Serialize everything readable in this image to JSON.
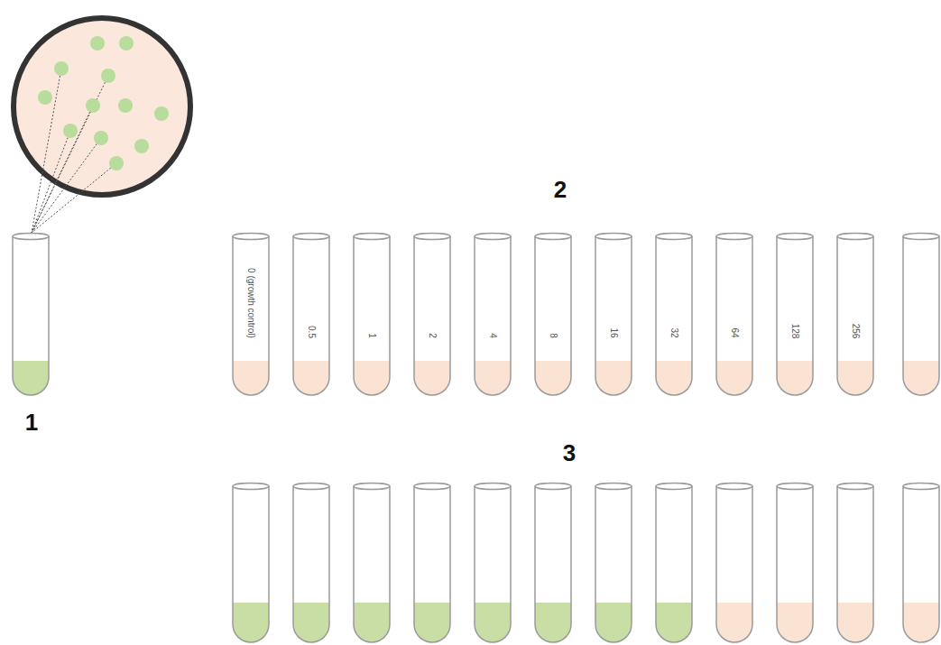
{
  "diagram": {
    "nodes": [
      {
        "text": [
          "0 (growth control)"
        ]
      },
      {
        "text": [
          "0.5"
        ]
      },
      {
        "text": [
          "1"
        ]
      },
      {
        "text": [
          "2"
        ]
      },
      {
        "text": [
          "4"
        ]
      },
      {
        "text": [
          "8"
        ]
      },
      {
        "text": [
          "16"
        ]
      },
      {
        "text": [
          "32"
        ]
      },
      {
        "text": [
          "64"
        ]
      },
      {
        "text": [
          "128"
        ]
      },
      {
        "text": [
          "256"
        ]
      }
    ],
    "labels": [
      "1",
      "2",
      "3"
    ]
  }
}
